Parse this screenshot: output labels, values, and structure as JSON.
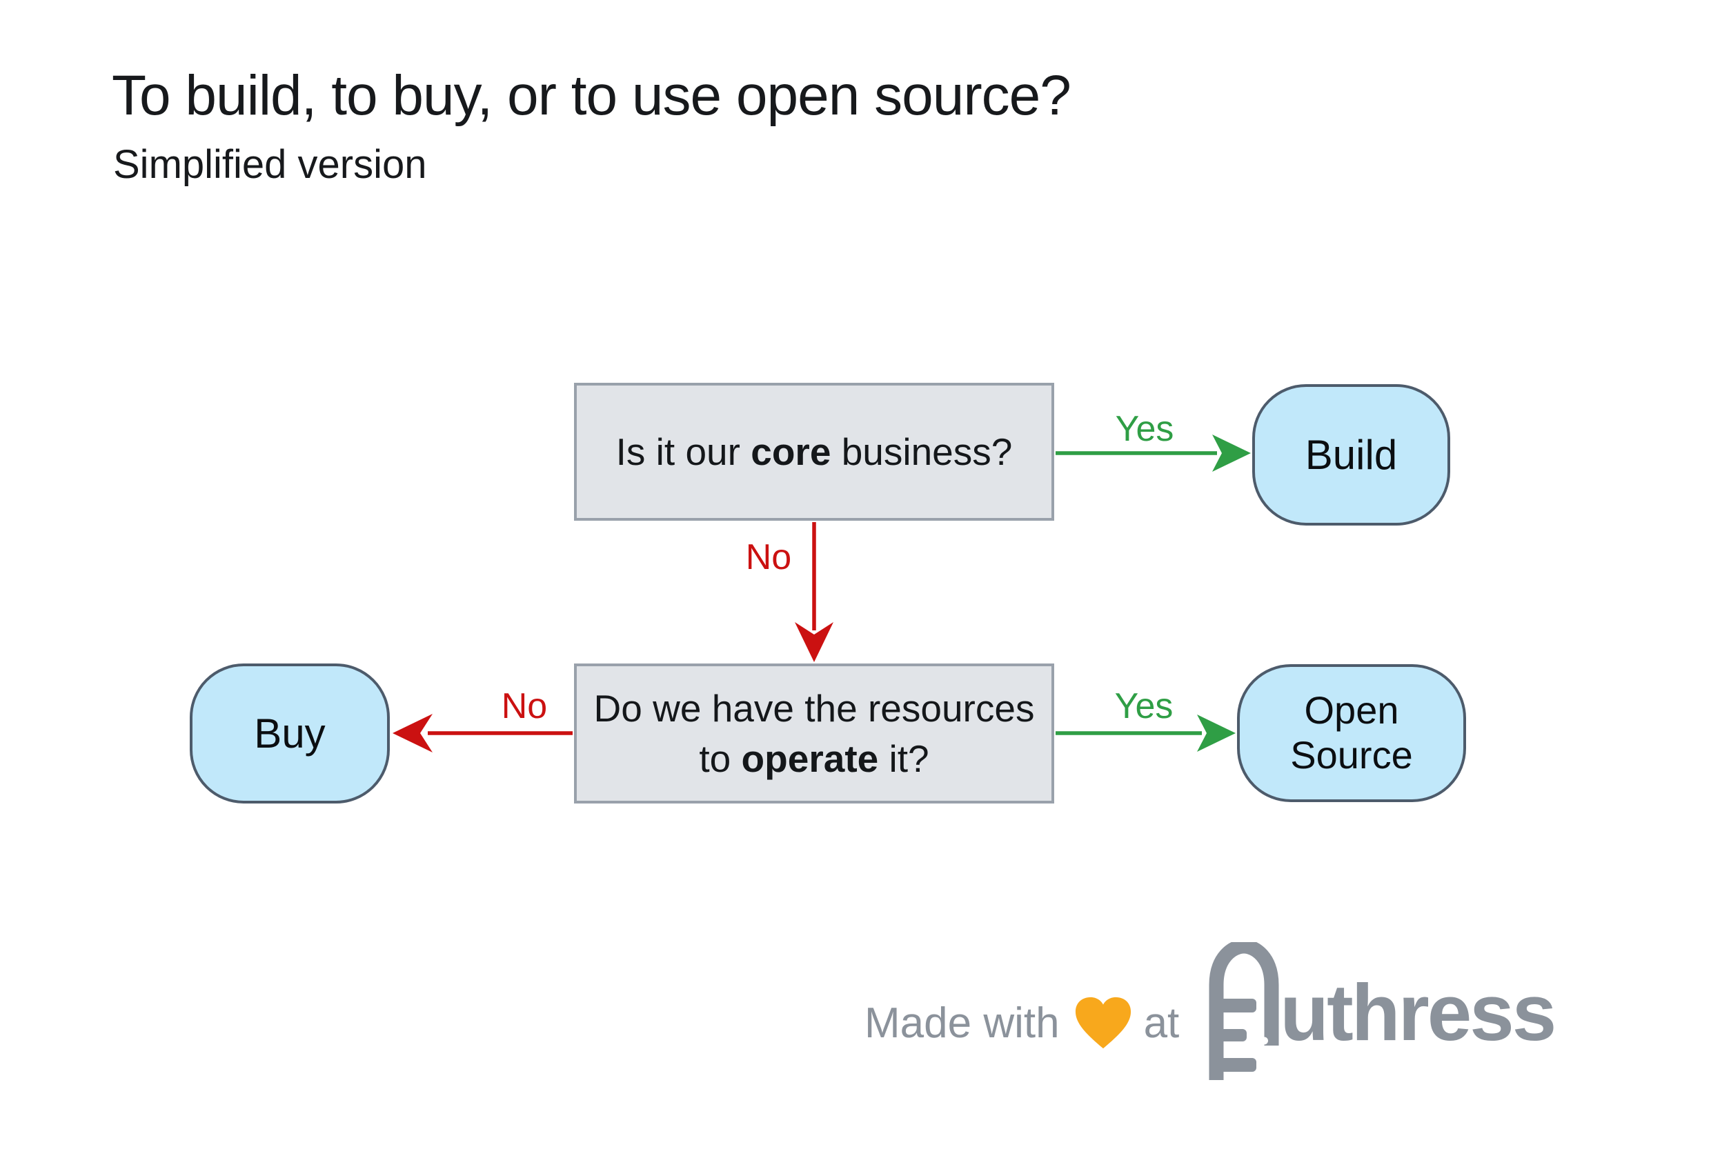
{
  "header": {
    "title": "To build, to buy, or to use open source?",
    "subtitle": "Simplified version"
  },
  "flowchart": {
    "decision_core": {
      "pre": "Is it our ",
      "bold": "core",
      "post": " business?"
    },
    "decision_resources": {
      "line1": "Do we have the resources",
      "line2_pre": "to ",
      "line2_bold": "operate",
      "line2_post": " it?"
    },
    "outcomes": {
      "build": "Build",
      "buy": "Buy",
      "open_source_line1": "Open",
      "open_source_line2": "Source"
    },
    "labels": {
      "yes_build": "Yes",
      "no_core": "No",
      "no_resources": "No",
      "yes_open_source": "Yes"
    }
  },
  "footer": {
    "made_with": "Made with",
    "at": "at",
    "brand_name": "Authress",
    "brand_wordmark_suffix": "uthress"
  },
  "icons": {
    "heart": "heart-icon",
    "brand_key": "authress-key-icon"
  },
  "colors": {
    "yes_green": "#2f9e45",
    "no_red": "#cb1111",
    "decision_fill": "#e1e4e8",
    "decision_border": "#99a1ab",
    "terminal_fill": "#c1e8fa",
    "terminal_border": "#4d5b6b",
    "brand_gray": "#8b929b",
    "heart_orange": "#f8a81c",
    "text_dark": "#17191c",
    "background": "#ffffff"
  }
}
